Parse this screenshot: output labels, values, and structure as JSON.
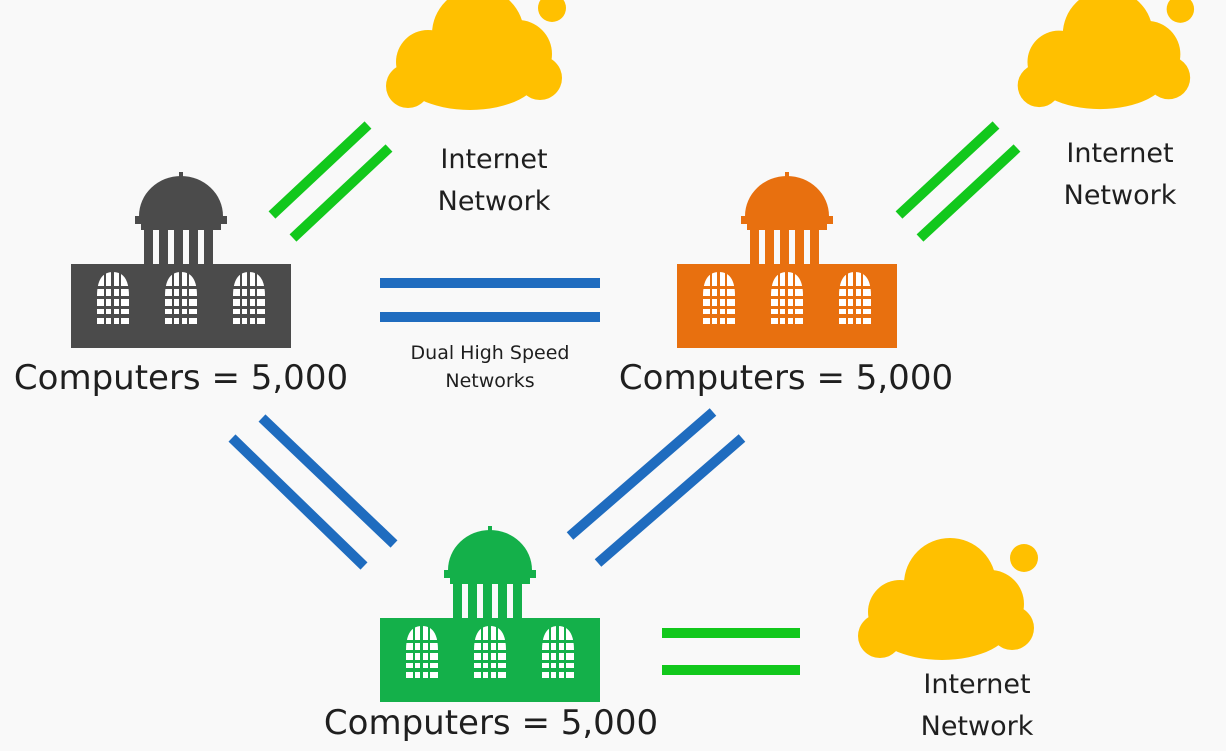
{
  "colors": {
    "background": "#f9f9f9",
    "cloud": "#ffc000",
    "internet_link": "#12c81c",
    "high_speed_link": "#1f6cbf",
    "label_text": "#1f1f1f"
  },
  "sites": [
    {
      "id": "left",
      "color": "#4b4b4b",
      "label": "Computers = 5,000",
      "icon": "building-icon"
    },
    {
      "id": "right",
      "color": "#e8700f",
      "label": "Computers = 5,000",
      "icon": "building-icon"
    },
    {
      "id": "bottom",
      "color": "#14b04a",
      "label": "Computers = 5,000",
      "icon": "building-icon"
    }
  ],
  "clouds": [
    {
      "id": "top-center",
      "line1": "Internet",
      "line2": "Network",
      "icon": "cloud-icon"
    },
    {
      "id": "top-right",
      "line1": "Internet",
      "line2": "Network",
      "icon": "cloud-icon"
    },
    {
      "id": "bottom-right",
      "line1": "Internet",
      "line2": "Network",
      "icon": "cloud-icon"
    }
  ],
  "links": {
    "high_speed_label_line1": "Dual High Speed",
    "high_speed_label_line2": "Networks"
  }
}
